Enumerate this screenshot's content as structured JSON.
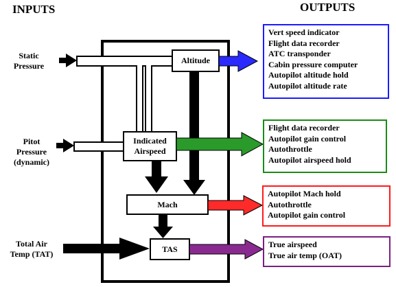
{
  "headers": {
    "inputs": "INPUTS",
    "outputs": "OUTPUTS"
  },
  "inputs": {
    "static": [
      "Static",
      "Pressure"
    ],
    "pitot": [
      "Pitot",
      "Pressure",
      "(dynamic)"
    ],
    "tat": [
      "Total Air",
      "Temp (TAT)"
    ]
  },
  "blocks": {
    "altitude": "Altitude",
    "indicated_airspeed": [
      "Indicated",
      "Airspeed"
    ],
    "mach": "Mach",
    "tas": "TAS"
  },
  "outputs": [
    {
      "id": "altitude-outputs",
      "color": "#1a1aff",
      "items": [
        "Vert speed indicator",
        "Flight data recorder",
        "ATC transponder",
        "Cabin pressure computer",
        "Autopilot altitude hold",
        "Autopilot altitude rate"
      ]
    },
    {
      "id": "airspeed-outputs",
      "color": "#1a8a1a",
      "items": [
        "Flight data recorder",
        "Autopilot gain control",
        "Autothrottle",
        "Autopilot airspeed hold"
      ]
    },
    {
      "id": "mach-outputs",
      "color": "#ff1a1a",
      "items": [
        "Autopilot Mach hold",
        "Autothrottle",
        "Autopilot gain control"
      ]
    },
    {
      "id": "tas-outputs",
      "color": "#7a1f80",
      "items": [
        "True airspeed",
        "True air temp (OAT)"
      ]
    }
  ],
  "arrow_colors": {
    "altitude": "#2a2aff",
    "airspeed": "#2a9a2a",
    "mach": "#ff2a2a",
    "tas": "#8a2a90"
  }
}
